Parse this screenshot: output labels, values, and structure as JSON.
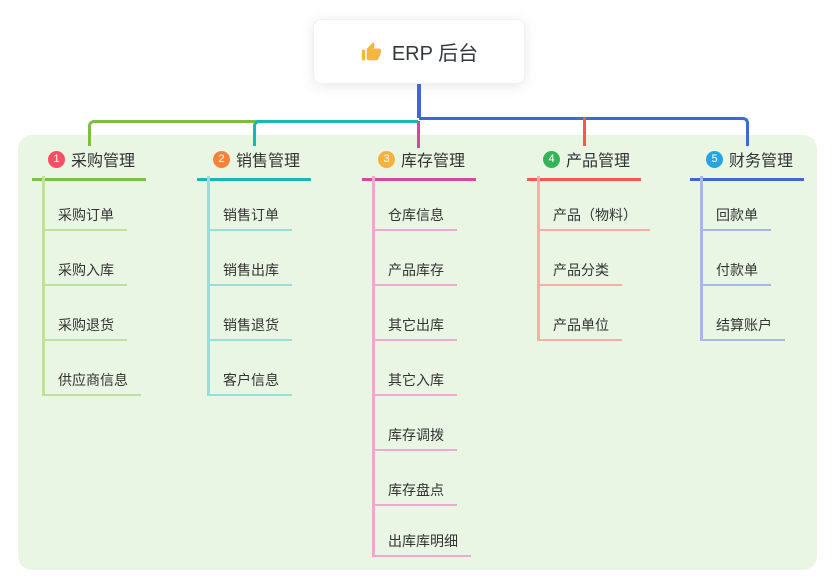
{
  "root": {
    "title": "ERP 后台"
  },
  "panel": {
    "background": "#e9f6e4"
  },
  "connector_color": "#4166d5",
  "branches": [
    {
      "num": "1",
      "label": "采购管理",
      "badge_color": "#f54f63",
      "color": "#7ebf43",
      "light_color": "#bfe09e",
      "items": [
        "采购订单",
        "采购入库",
        "采购退货",
        "供应商信息"
      ]
    },
    {
      "num": "2",
      "label": "销售管理",
      "badge_color": "#f6833c",
      "color": "#16b8b2",
      "light_color": "#9adeda",
      "items": [
        "销售订单",
        "销售出库",
        "销售退货",
        "客户信息"
      ]
    },
    {
      "num": "3",
      "label": "库存管理",
      "badge_color": "#f8b13a",
      "color": "#d9479c",
      "light_color": "#efa8d0",
      "items": [
        "仓库信息",
        "产品库存",
        "其它出库",
        "其它入库",
        "库存调拨",
        "库存盘点",
        "出库库明细"
      ]
    },
    {
      "num": "4",
      "label": "产品管理",
      "badge_color": "#35b457",
      "color": "#f8564e",
      "light_color": "#fcaba6",
      "items": [
        "产品（物料）",
        "产品分类",
        "产品单位"
      ]
    },
    {
      "num": "5",
      "label": "财务管理",
      "badge_color": "#27a4e2",
      "color": "#4166d5",
      "light_color": "#a8b7ea",
      "items": [
        "回款单",
        "付款单",
        "结算账户"
      ]
    }
  ]
}
